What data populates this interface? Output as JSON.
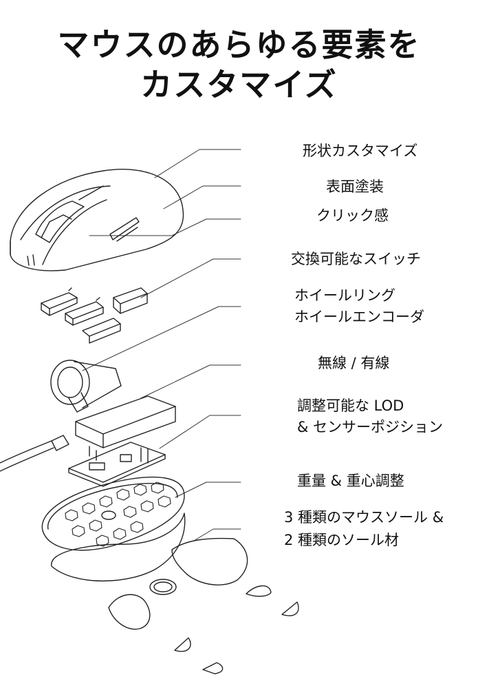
{
  "title": {
    "line1": "マウスのあらゆる要素を",
    "line2": "カスタマイズ"
  },
  "features": [
    {
      "label": "形状カスタマイズ"
    },
    {
      "label": "表面塗装"
    },
    {
      "label": "クリック感"
    },
    {
      "label": "交換可能なスイッチ"
    },
    {
      "label": "ホイールリング"
    },
    {
      "label": "ホイールエンコーダ"
    },
    {
      "label": "無線 / 有線"
    },
    {
      "label": "調整可能な LOD"
    },
    {
      "label": "& センサーポジション"
    },
    {
      "label": "重量 & 重心調整"
    },
    {
      "label": "3 種類のマウスソール &"
    },
    {
      "label": "2 種類のソール材"
    }
  ]
}
